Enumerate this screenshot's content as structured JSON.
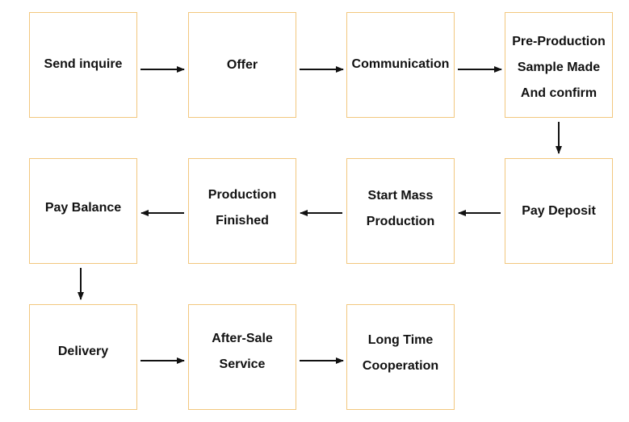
{
  "steps": [
    "Send inquire",
    "Offer",
    "Communication",
    "Pre-Production\nSample Made\nAnd confirm",
    "Pay Deposit",
    "Start Mass\nProduction",
    "Production\nFinished",
    "Pay Balance",
    "Delivery",
    "After-Sale\nService",
    "Long Time\nCooperation"
  ],
  "colors": {
    "box_border": "#f2c77e",
    "arrow": "#111111",
    "text": "#111111"
  }
}
